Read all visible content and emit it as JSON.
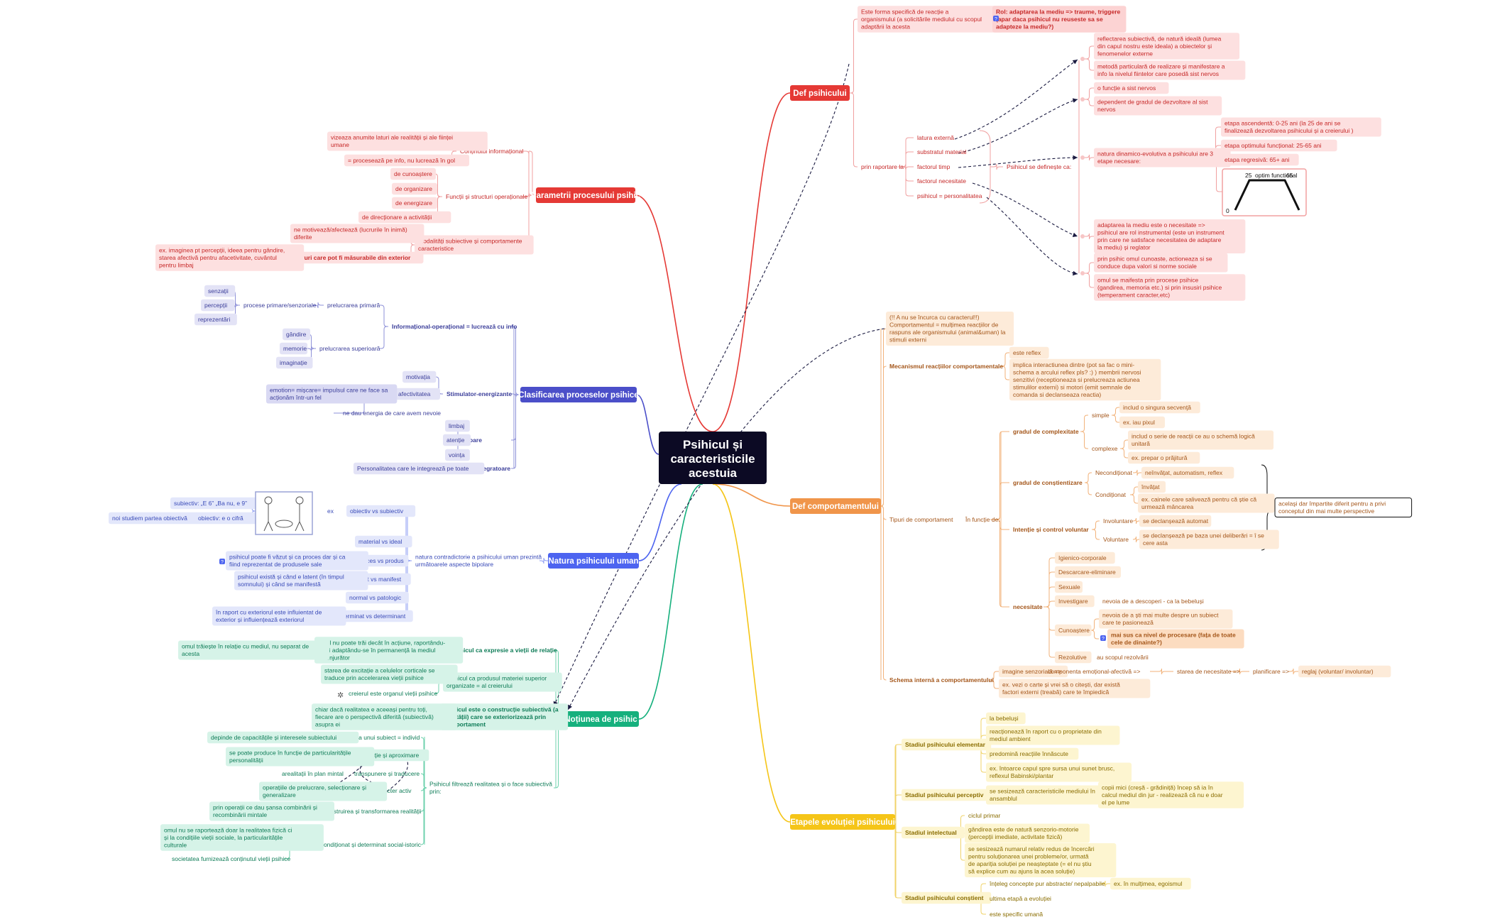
{
  "root": {
    "title_line1": "Psihicul și",
    "title_line2": "caracteristicile",
    "title_line3": "acestuia"
  },
  "colors": {
    "red": "#e53935",
    "orange": "#f0954a",
    "yellow": "#f5c518",
    "indigo": "#4b4fc9",
    "blue": "#4d64f0",
    "green": "#16b07d",
    "root": "#0c0a24"
  },
  "branches": {
    "def_psihicului": {
      "label": "Def psihicului"
    },
    "def_comportamentului": {
      "label": "Def comportamentului"
    },
    "etapele": {
      "label": "Etapele evoluției psihicului"
    },
    "parametrii": {
      "label": "Parametrii procesului psihic"
    },
    "clasificarea": {
      "label": "Clasificarea proceselor psihice"
    },
    "natura": {
      "label": "Natura psihicului uman"
    },
    "notiunea": {
      "label": "Noțiunea de psihic"
    }
  },
  "def_psihicului": {
    "este_l1": "Este forma specifică de reacție a",
    "este_l2": "organismului (a solicitările mediului cu scopul",
    "este_l3": "adaptării la acesta",
    "rol_l1": "Rol: adaptarea la mediu => traume, triggere",
    "rol_l2": "(apar daca psihicul nu reuseste sa se",
    "rol_l3": "adapteze la mediu?)",
    "prin_raportare": "prin raportare la",
    "latura_externa": "latura externă",
    "substratul": "substratul material",
    "factorul_timp": "factorul timp",
    "factorul_necesitate": "factorul necesitate",
    "psihicul_personalitatea": "psihicul = personalitatea",
    "se_defineste": "Psihicul se definește ca:",
    "refl_l1": "reflectarea subiectivă, de natură ideală (lumea",
    "refl_l2": "din capul nostru este ideala) a obiectelor și",
    "refl_l3": "fenomenelor externe",
    "metoda_l1": "metodă particulară de realizare și manifestare a",
    "metoda_l2": "info la nivelul fiintelor care posedă sist nervos",
    "functie": "o funcție a sist nervos",
    "dependent_l1": "dependent de gradul de dezvoltare al sist",
    "dependent_l2": "nervos",
    "natura_l1": "natura dinamico-evolutiva a psihicului are 3",
    "natura_l2": "etape necesare:",
    "asc_l1": "etapa ascendentă: 0-25 ani (la 25 de ani se",
    "asc_l2": "finalizează dezvoltarea psihicului și a creierului )",
    "optim": "etapa optimului funcțional: 25-65 ani",
    "regresiva": "etapa regresivă: 65+ ani",
    "chart_25": "25",
    "chart_65": "65",
    "chart_0": "0",
    "chart_label": "optim functional",
    "adapt_l1": "adaptarea la mediu este o necesitate =>",
    "adapt_l2": "psihicul are rol instrumental (este un instrument",
    "adapt_l3": "prin care ne satisface necesitatea de adaptare",
    "adapt_l4": "la mediu) și reglator",
    "prin_psihic_l1": "prin psihic omul cunoaste, actioneaza si se",
    "prin_psihic_l2": "conduce dupa valori si norme sociale",
    "omul_l1": "omul se maifesta prin procese psihice",
    "omul_l2": "(gandirea, memoria etc.) si prin insusiri psihice",
    "omul_l3": "(temperament caracter,etc)"
  },
  "def_comport": {
    "intro_l1": "(!! A nu se încurca cu caracterul!!)",
    "intro_l2": "Comportamentul = mulțimea reacțiilor de",
    "intro_l3": "raspuns ale organismului (animal&uman) la",
    "intro_l4": "stimuli externi",
    "mecanismul": "Mecanismul reacțiilor comportamentale",
    "reflex": "este reflex",
    "implica_l1": "implica interactiunea dintre (pot sa fac o mini-",
    "implica_l2": "schema a arcului reflex pls? :) ) membrii nervosi",
    "implica_l3": "senzitivi (receptioneaza si prelucreaza actiunea",
    "implica_l4": "stimulilor externi) si motori (emit semnale de",
    "implica_l5": "comanda si declanseaza reactia)",
    "tipuri": "Tipuri de comportament",
    "in_functie": "În funcție de:",
    "grad_complex": "gradul de complexitate",
    "simple": "simple",
    "include_secventa": "includ o singura secvenţă",
    "ex_pixul": "ex. iau pixul",
    "complexe": "complexe",
    "include_serie_l1": "includ o serie de reacții ce au o schemă logică",
    "include_serie_l2": "unitară",
    "ex_prajitura": "ex. prepar o prăjitură",
    "grad_constient": "gradul de conștientizare",
    "neconditionat": "Necondiționat",
    "neinvatat": "neînvățat, automatism, reflex",
    "conditionat": "Condiționat",
    "invatat": "învățat",
    "ex_caine_l1": "ex. cainele care salivează pentru că știe că",
    "ex_caine_l2": "urmează mâncarea",
    "intentie": "Intenție și control voluntar",
    "involuntare": "Involuntare",
    "se_decl_auto": "se declanșează automat",
    "voluntare": "Voluntare",
    "se_decl_delib_l1": "se declanșează pe baza unei deliberări = î se",
    "se_decl_delib_l2": "cere asta",
    "necesitate": "necesitate",
    "igienico": "Igienico-corporale",
    "descarcare": "Descarcare-eliminare",
    "sexuale": "Sexuale",
    "investigare": "Investigare",
    "nevoia_descoperi": "nevoia de a descoperi - ca la bebeluși",
    "cunoastere": "Cunoaștere",
    "nevoia_stii_l1": "nevoia de a ști mai multe despre un subiect",
    "nevoia_stii_l2": "care te pasionează",
    "mai_sus_l1": "mai sus ca nivel de procesare (fața de toate",
    "mai_sus_l2": "cele de dinainte?)",
    "rezolutive": "Rezolutive",
    "scopul": "au scopul rezolvării",
    "note_l1": "acelaşi dar împartite diferit pentru a privi",
    "note_l2": "conceptul din mai multe perspective",
    "schema": "Schema internă a comportamentului",
    "imagine": "imagine senzorială =>",
    "componenta": "componenta emoțional-afectivă =>",
    "starea": "starea de necesitate =>",
    "planificare": "planificare =>",
    "reglaj": "reglaj (voluntar/ involuntar)",
    "ex_vezi_l1": "ex. vezi o carte și vrei să o citești, dar există",
    "ex_vezi_l2": "factori externi (treabă) care te împiedică"
  },
  "etapele": {
    "elementar": "Stadiul psihicului elementar",
    "bebelusi": "la bebeluși",
    "reactioneaza_l1": "reacționează în raport cu o proprietate din",
    "reactioneaza_l2": "mediul ambient",
    "predomina": "predomină reacțiile înnăscute",
    "ex_capul_l1": "ex. întoarce capul spre sursa unui sunet brusc,",
    "ex_capul_l2": "reflexul Babinski/plantar",
    "perceptiv": "Stadiul psihicului perceptiv",
    "sesizeaza_l1": "se sesizează caracteristicile mediului în",
    "sesizeaza_l2": "ansamblul",
    "copii_l1": "copii mici (creșă - grădiniță) încep să ia în",
    "copii_l2": "calcul mediul din jur - realizează că nu e doar",
    "copii_l3": "el pe lume",
    "intelectual": "Stadiul intelectual",
    "ciclul": "ciclul primar",
    "gandirea_l1": "gândirea este de natură senzorio-motorie",
    "gandirea_l2": "(percepții imediate, activitate fizică)",
    "numarul_l1": "se sesizează numarul relativ redus de încercări",
    "numarul_l2": "pentru soluționarea unei probleme/or, urmată",
    "numarul_l3": "de apariția soluției pe neașteptate (= el nu știu",
    "numarul_l4": "să explice cum au ajuns la acea soluție)",
    "constient": "Stadiul psihicului conștient",
    "inteleg": "înțeleg concepte pur abstracte/ nepalpabile",
    "ex_multime": "ex. în mulțimea, egoismul",
    "ultima": "ultima etapă a evoluției",
    "specific": "este specific umană"
  },
  "parametrii": {
    "continutul": "Conținutul informațional",
    "vizeaza_l1": "vizeaza anumite laturi ale realității și ale ființei",
    "vizeaza_l2": "umane",
    "proceseaza": "= procesează pe info, nu lucrează în gol",
    "functii": "Funcții și structuri operaționale",
    "cunoastere": "de cunoaștere",
    "organizare": "de organizare",
    "energizare": "de energizare",
    "directionare": "de direcționare a activității",
    "modalitati_l1": "Modalități subiective și comportamente",
    "modalitati_l2": "caracteristice",
    "ne_motiveaza_l1": "ne motivează/afectează (lucrurile în inimă)",
    "ne_motiveaza_l2": "diferite",
    "lucruri": "lucruri care pot fi măsurabile din exterior",
    "ex_imaginea_l1": "ex. imaginea pt percepții, ideea pentru gândire,",
    "ex_imaginea_l2": "starea afectivă pentru afacetivitate, cuvântul",
    "ex_imaginea_l3": "pentru limbaj"
  },
  "clasificarea": {
    "informational": "Informațional-operațional = lucrează cu info",
    "prelucrarea_primara": "prelucrarea primară",
    "procese_primare": "procese primare/senzoriale",
    "senzatii": "senzații",
    "perceptii": "percepții",
    "reprezentari": "reprezentări",
    "prelucrarea_superioara": "prelucrarea superioară",
    "gandire": "gândire",
    "memorie": "memorie",
    "imaginatie": "imaginație",
    "stimulator": "Stimulator-energizante",
    "motivatia": "motivația",
    "afectivitatea": "afectivitatea",
    "emotion_l1": "emotion= mișcare= impulsul care ne face sa",
    "emotion_l2": "acționăm într-un fel",
    "ne_dau": "ne dau energia de care avem nevoie",
    "reglatoare": "Reglatoare",
    "limbaj": "limbaj",
    "atentie": "atenție",
    "vointa": "voința",
    "integratoare": "Integratoare",
    "personalitatea": "Personalitatea care le integrează pe toate"
  },
  "natura": {
    "ex": "ex",
    "obiectiv_subiectiv": "obiectiv vs subiectiv",
    "subiectiv_ex": "subiectiv: „E 6” „Ba nu, e 9”",
    "obiectiv_ex": "obiectiv: e o cifră",
    "noi_studiem": "noi studiem partea obiectivă",
    "natura_l1": "natura contradictorie a psihicului uman prezintă",
    "natura_l2": "următoarele aspecte bipolare",
    "material": "material vs ideal",
    "proces": "proces vs produs",
    "psihicul_vazut_l1": "psihicul poate fi văzut și ca proces dar și ca",
    "psihicul_vazut_l2": "fiind reprezentat de produsele sale",
    "latent": "latent vs manifest",
    "psihicul_exista_l1": "psihicul există și când e latent (în timpul",
    "psihicul_exista_l2": "somnului) și când se manifestă",
    "normal": "normal vs patologic",
    "determinat": "determinat vs determinant",
    "raport_l1": "în raport cu exteriorul este influientat de",
    "raport_l2": "exterior și influiențează exteriorul"
  },
  "notiunea": {
    "psihicul_expresie": "Psihicul ca expresie a vieții de relație",
    "omul_nu_l1": "omul nu poate trăi decât în acțiune, raportându-",
    "omul_nu_l2": "se și adaptându-se în permanență la mediul",
    "omul_nu_l3": "înconjurător",
    "omul_traieste_l1": "omul trăiește în relație cu mediul, nu separat de",
    "omul_traieste_l2": "acesta",
    "psihicul_produs_l1": "Psihicul ca produsul materiei superior",
    "psihicul_produs_l2": "organizate = al creierului",
    "starea_l1": "starea de excitație a celulelor corticale se",
    "starea_l2": "traduce prin accelerarea vieții psihice",
    "creierul": "creierul este organul vieții psihice",
    "psihicul_constructie_l1": "Psihicul este o construcție subiectivă (a",
    "psihicul_constructie_l2": "realității) care se exteriorizează prin",
    "psihicul_constructie_l3": "comportament",
    "chiar_l1": "chiar dacă realitatea e aceeași pentru toți,",
    "chiar_l2": "fiecare are o perspectivă diferită (subiectivă)",
    "chiar_l3": "asupra ei",
    "psihicul_filtreaza_l1": "Psihicul filtrează realitatea și o face subiectivă",
    "psihicul_filtreaza_l2": "prin:",
    "apartia": "apariția unui subiect = individ",
    "depinde": "depinde de capacitățile și interesele subiectului",
    "selectie": "selecție și aproximare",
    "se_poate_l1": "se poate produce în funcție de particularitățile",
    "se_poate_l2": "personalității",
    "transpunere": "transpunere și traducere",
    "arealitatii": "arealitații în plan mintal",
    "caracter": "caracter activ",
    "operatiile_l1": "operațiile de prelucrare, selecționare și",
    "operatiile_l2": "generalizare",
    "construirea": "construirea și transformarea realității",
    "prin_operatii_l1": "prin operații ce dau șansa combinării și",
    "prin_operatii_l2": "recombinării mintale",
    "psihicul_conditionat": "psihicul condiționat și determinat social-istoric",
    "omul_raporteaza_l1": "omul nu se raportează doar la realitatea fizică ci",
    "omul_raporteaza_l2": "și la condițiile vieții sociale, la particularitățile",
    "omul_raporteaza_l3": "culturale",
    "societatea": "societatea furnizează conținutul vieții psihice"
  }
}
